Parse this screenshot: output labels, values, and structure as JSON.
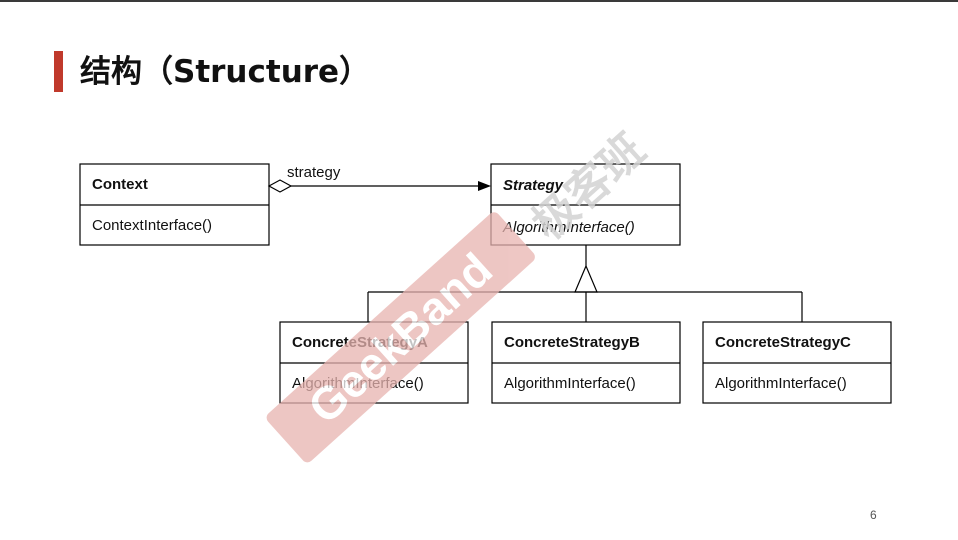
{
  "slide": {
    "title": "结构（Structure）",
    "page_number": "6"
  },
  "diagram": {
    "association_label": "strategy",
    "context": {
      "name": "Context",
      "operation": "ContextInterface()"
    },
    "strategy": {
      "name": "Strategy",
      "operation": "AlgorithmInterface()"
    },
    "concrete": [
      {
        "name": "ConcreteStrategyA",
        "operation": "AlgorithmInterface()"
      },
      {
        "name": "ConcreteStrategyB",
        "operation": "AlgorithmInterface()"
      },
      {
        "name": "ConcreteStrategyC",
        "operation": "AlgorithmInterface()"
      }
    ]
  },
  "watermark": {
    "latin": "GeekBand",
    "chinese": "极客班",
    "colors": {
      "band": "#e8b4b0",
      "text": "#ffffff",
      "chinese": "#d3d3d3"
    }
  },
  "colors": {
    "accent": "#c0392b",
    "line": "#000000"
  }
}
